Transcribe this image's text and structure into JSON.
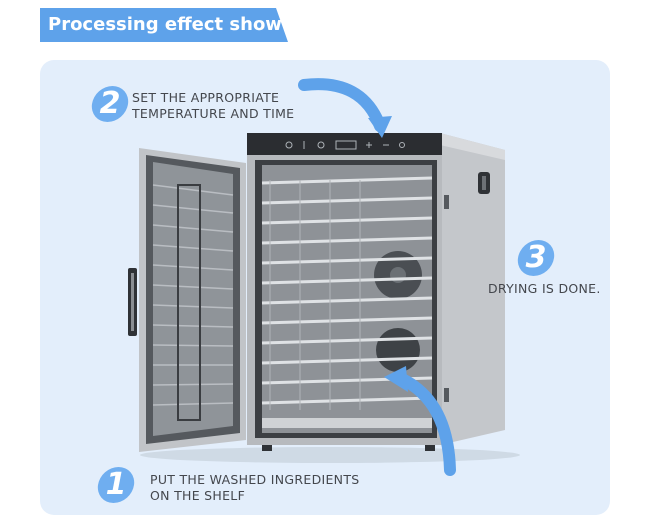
{
  "header": {
    "title": "Processing effect show"
  },
  "colors": {
    "accent": "#5ea2ea",
    "panel_bg": "#e3eefb",
    "label_text": "#44474d"
  },
  "steps": [
    {
      "number": "2",
      "line1": "SET THE APPROPRIATE",
      "line2": "TEMPERATURE AND TIME"
    },
    {
      "number": "3",
      "line1": "DRYING IS DONE."
    },
    {
      "number": "1",
      "line1": "PUT THE WASHED INGREDIENTS",
      "line2": "ON THE SHELF"
    }
  ],
  "product": {
    "name": "food-dehydrator",
    "control_panel_icons": [
      "power-icon",
      "temperature-icon",
      "timer-icon",
      "plus-icon",
      "minus-icon",
      "light-icon"
    ]
  }
}
